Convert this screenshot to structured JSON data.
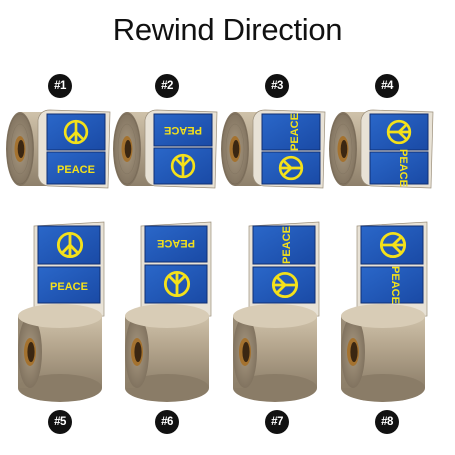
{
  "title": "Rewind Direction",
  "colors": {
    "label_blue": "#1f55b8",
    "label_border": "#0f2f73",
    "symbol_yellow": "#f4e11a",
    "roll_tan": "#a89a84",
    "core_brown": "#6a4a2e"
  },
  "label_text": "PEACE",
  "symbol": "peace-sign-icon",
  "rolls": [
    {
      "number": "#1"
    },
    {
      "number": "#2"
    },
    {
      "number": "#3"
    },
    {
      "number": "#4"
    },
    {
      "number": "#5"
    },
    {
      "number": "#6"
    },
    {
      "number": "#7"
    },
    {
      "number": "#8"
    }
  ]
}
